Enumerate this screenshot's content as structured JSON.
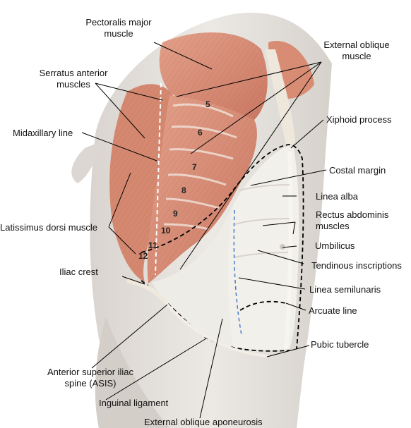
{
  "labels": {
    "pectoralis_major": [
      "Pectoralis major",
      "muscle"
    ],
    "external_oblique": [
      "External oblique",
      "muscle"
    ],
    "serratus_anterior": [
      "Serratus anterior",
      "muscles"
    ],
    "xiphoid": "Xiphoid process",
    "midaxillary": "Midaxillary line",
    "costal_margin": "Costal margin",
    "linea_alba": "Linea alba",
    "rectus_abdominis": [
      "Rectus abdominis",
      "muscles"
    ],
    "latissimus": "Latissimus dorsi muscle",
    "umbilicus": "Umbilicus",
    "tendinous": "Tendinous inscriptions",
    "iliac_crest": "Iliac crest",
    "linea_semilunaris": "Linea semilunaris",
    "arcuate": "Arcuate line",
    "pubic_tubercle": "Pubic tubercle",
    "asis": [
      "Anterior superior iliac",
      "spine (ASIS)"
    ],
    "inguinal": "Inguinal ligament",
    "ext_oblique_apon": "External oblique aponeurosis"
  },
  "rib_numbers": [
    "5",
    "6",
    "7",
    "8",
    "9",
    "10",
    "11",
    "12"
  ],
  "colors": {
    "muscle": "#d98f78",
    "muscle_dark": "#b8644f",
    "skin": "#e6e2de",
    "aponeurosis": "#f1efe9",
    "boundary": "#000000",
    "semilunaris": "#4a7ac9"
  }
}
